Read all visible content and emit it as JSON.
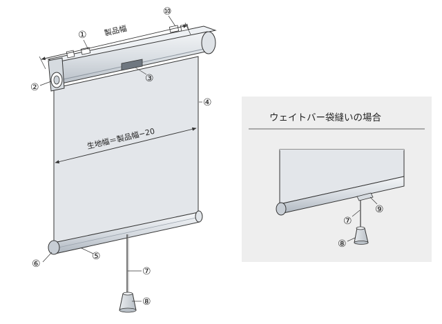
{
  "dimensions": {
    "product_width": "製品幅",
    "fabric_width": "生地幅＝製品幅−20"
  },
  "callouts": {
    "c1": "①",
    "c2": "②",
    "c3": "③",
    "c4": "④",
    "c5": "⑤",
    "c6": "⑥",
    "c7": "⑦",
    "c8": "⑧",
    "c9": "⑨",
    "c10": "⑩"
  },
  "inset": {
    "title": "ウェイトバー袋縫いの場合",
    "c7": "⑦",
    "c8": "⑧",
    "c9": "⑨"
  },
  "colors": {
    "line": "#333333",
    "fabric": "#e3e6ea",
    "bar_light": "#eef1f4",
    "bar_mid": "#cfd5dc",
    "bar_dark": "#aab3bd",
    "inset_bg": "#eeeeee",
    "rail": "#dfe3e7"
  }
}
